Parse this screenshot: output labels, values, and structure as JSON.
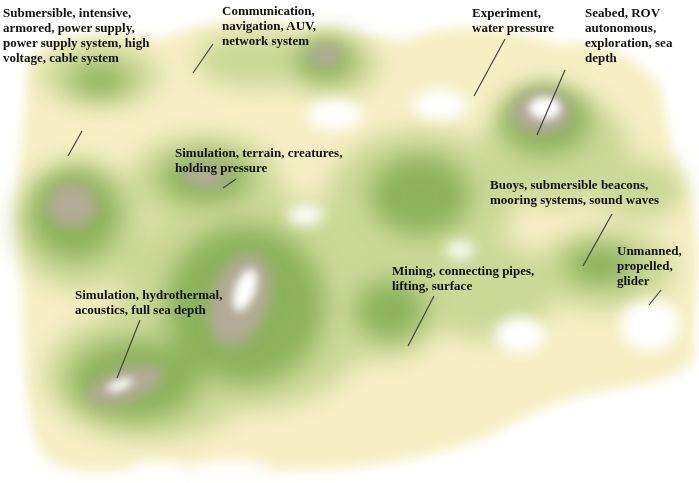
{
  "diagram": {
    "labels": [
      "Submersible, intensive, armored, power supply, power supply system, high voltage, cable system",
      "Communication, navigation, AUV, network system",
      "Experiment, water pressure",
      "Seabed, ROV autonomous, exploration, sea depth",
      "Simulation, terrain, creatures, holding pressure",
      "Buoys, submersible beacons, mooring systems, sound waves",
      "Unmanned, propelled, glider",
      "Mining, connecting pipes, lifting, surface",
      "Simulation, hydrothermal, acoustics, full sea depth"
    ]
  }
}
